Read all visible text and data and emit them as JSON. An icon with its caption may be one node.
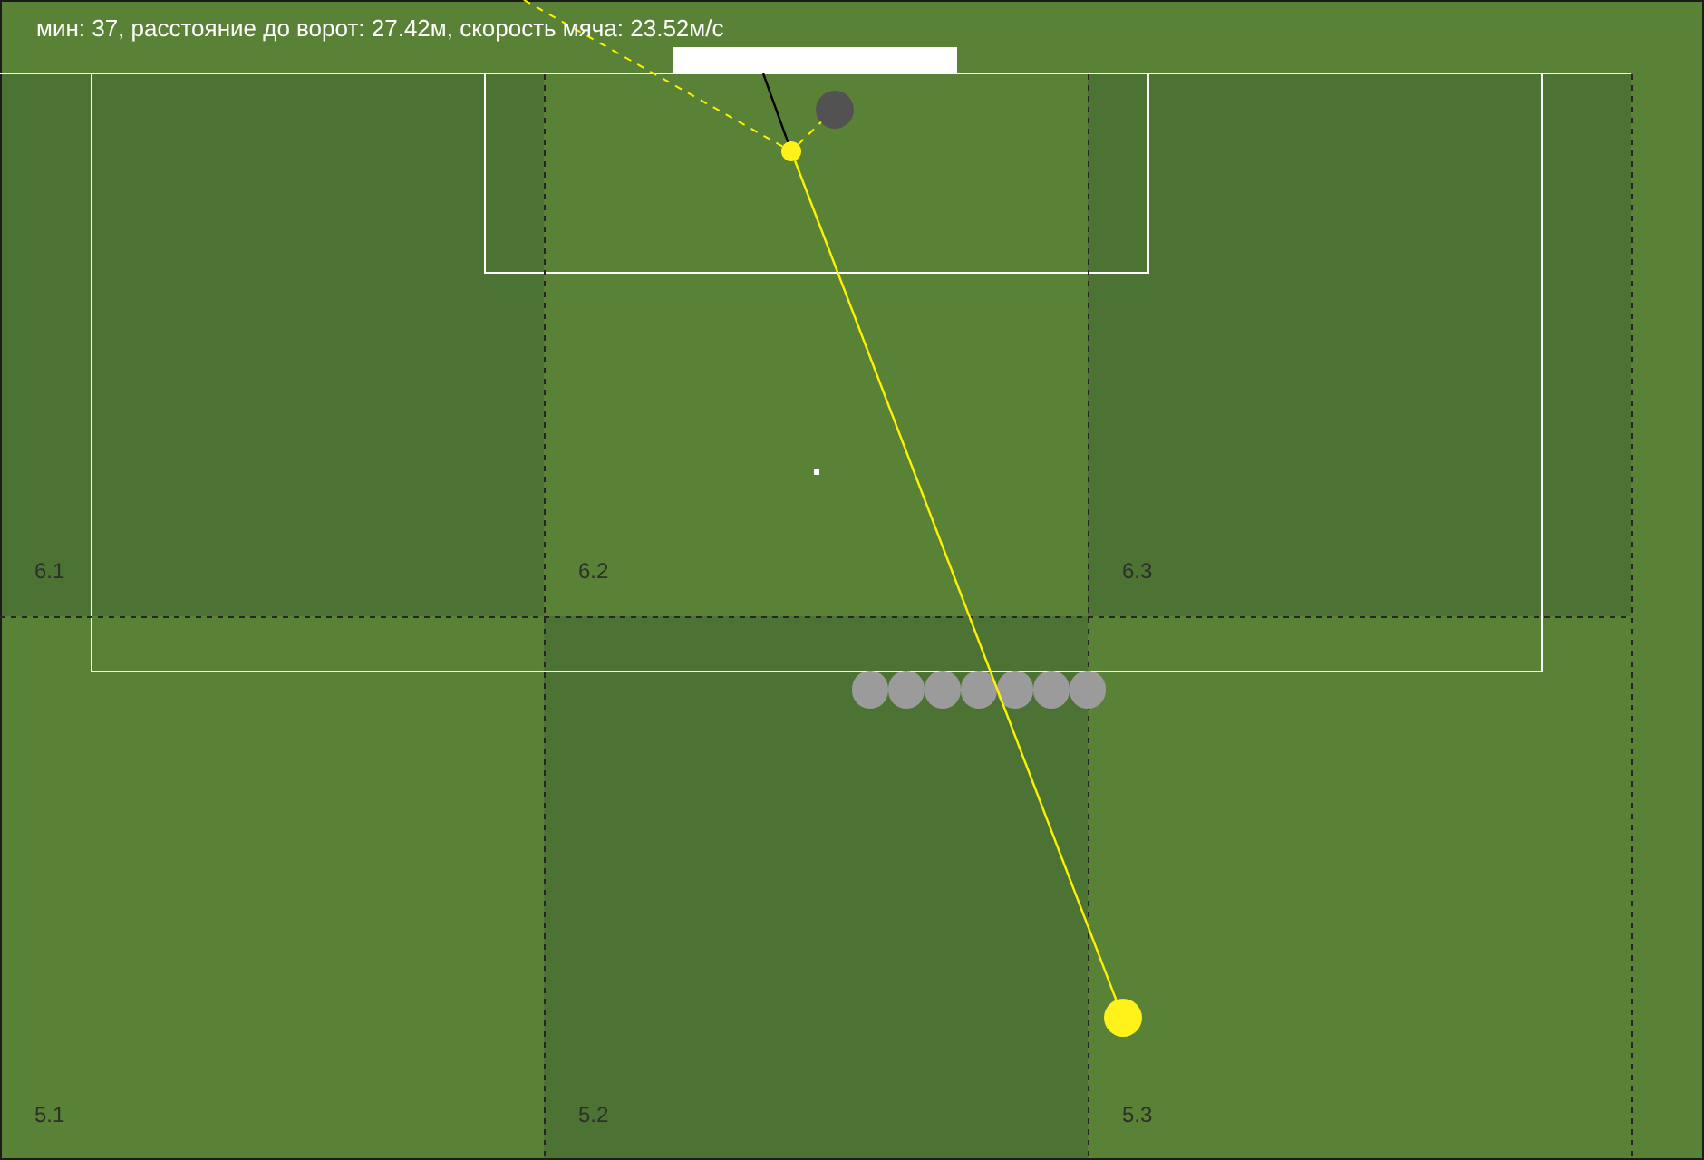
{
  "diagram": {
    "title": "мин: 37, расстояние до ворот: 27.42м, скорость мяча: 23.52м/с",
    "nodes": [
      {
        "text": [],
        "shape": "bar"
      },
      {
        "text": [
          "6.1"
        ]
      },
      {
        "text": [
          "6.2"
        ]
      },
      {
        "text": [
          "6.3"
        ]
      },
      {
        "text": [],
        "shape": "circle",
        "in": 2
      },
      {
        "text": [],
        "shape": "circle",
        "in": 2
      },
      {
        "text": [
          "5.1"
        ]
      },
      {
        "text": [
          "5.2"
        ]
      },
      {
        "text": [
          "5.3"
        ]
      },
      {
        "text": [],
        "shape": "circle",
        "in": 7
      },
      {
        "text": [],
        "shape": "circle",
        "in": 7
      },
      {
        "text": [],
        "shape": "circle",
        "in": 7
      },
      {
        "text": [],
        "shape": "circle",
        "in": 7
      },
      {
        "text": [],
        "shape": "circle",
        "in": 7
      },
      {
        "text": [],
        "shape": "circle",
        "in": 7
      },
      {
        "text": [],
        "shape": "circle"
      },
      {
        "text": [],
        "shape": "circle",
        "in": 8
      }
    ],
    "edges": [
      {
        "from": 16,
        "to": 5,
        "arrow": "none"
      },
      {
        "from": 5,
        "to": 0,
        "arrow": "none",
        "color": "#000000"
      },
      {
        "from": 5,
        "to": null,
        "arrow": "none",
        "style": "dashed"
      },
      {
        "from": 5,
        "to": 4,
        "arrow": "none",
        "style": "dashed"
      }
    ]
  }
}
